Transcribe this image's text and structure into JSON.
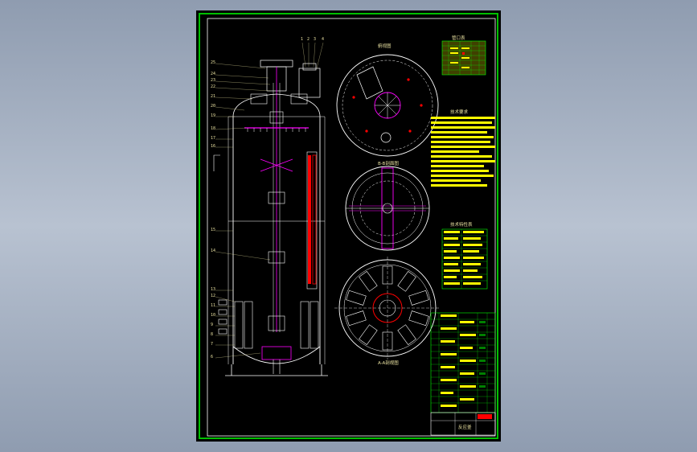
{
  "drawing": {
    "view_labels": {
      "top_view": "俯视图",
      "section_bb": "B-B剖面图",
      "section_aa": "A-A剖视图"
    },
    "notes_title": "技术要求",
    "table_titles": {
      "nozzle_table": "管口表",
      "spec_table": "技术特性表"
    },
    "title_block_name": "反应釜"
  },
  "colors": {
    "frame_outer": "#00c000",
    "frame_inner": "#ffffff",
    "annotation": "#ffff00",
    "accent": "#ff00ff",
    "leader": "#e8e0a0",
    "highlight": "#ff0000",
    "table_grid": "#00ff00"
  }
}
